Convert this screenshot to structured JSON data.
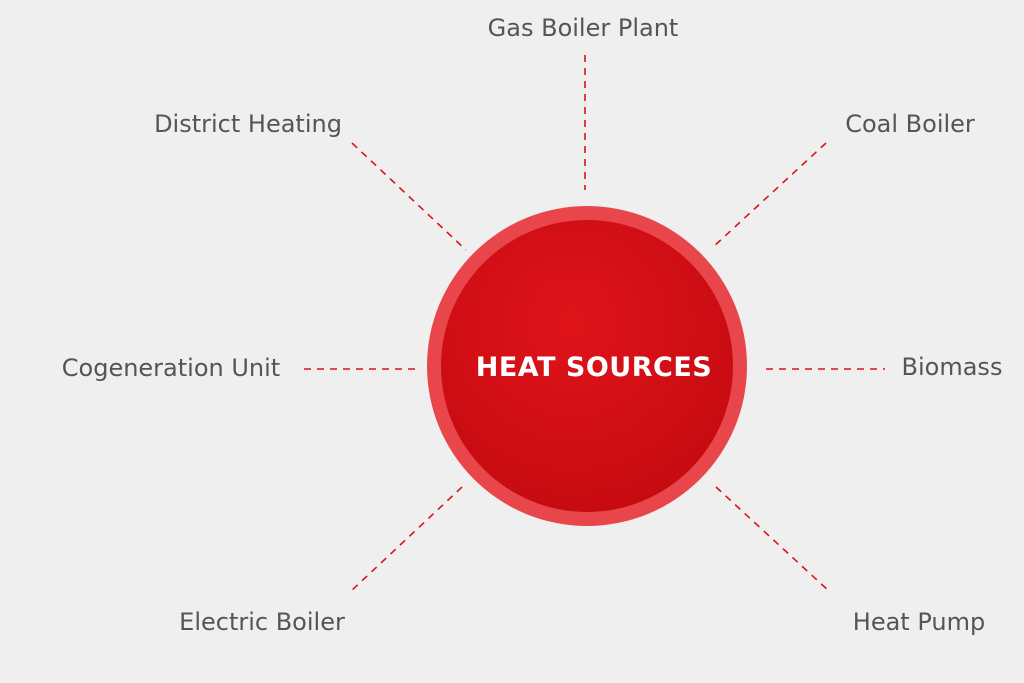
{
  "diagram": {
    "center": {
      "label": "HEAT SOURCES"
    },
    "nodes": [
      {
        "id": "gas-boiler-plant",
        "label": "Gas Boiler Plant"
      },
      {
        "id": "coal-boiler",
        "label": "Coal Boiler"
      },
      {
        "id": "biomass",
        "label": "Biomass"
      },
      {
        "id": "heat-pump",
        "label": "Heat Pump"
      },
      {
        "id": "electric-boiler",
        "label": "Electric Boiler"
      },
      {
        "id": "cogeneration-unit",
        "label": "Cogeneration Unit"
      },
      {
        "id": "district-heating",
        "label": "District Heating"
      }
    ]
  },
  "colors": {
    "background": "#f0efef",
    "accent": "#d7141a",
    "accent_dark": "#c20a0f",
    "accent_ring": "#e8464b",
    "label_text": "#555555",
    "center_text": "#ffffff"
  }
}
